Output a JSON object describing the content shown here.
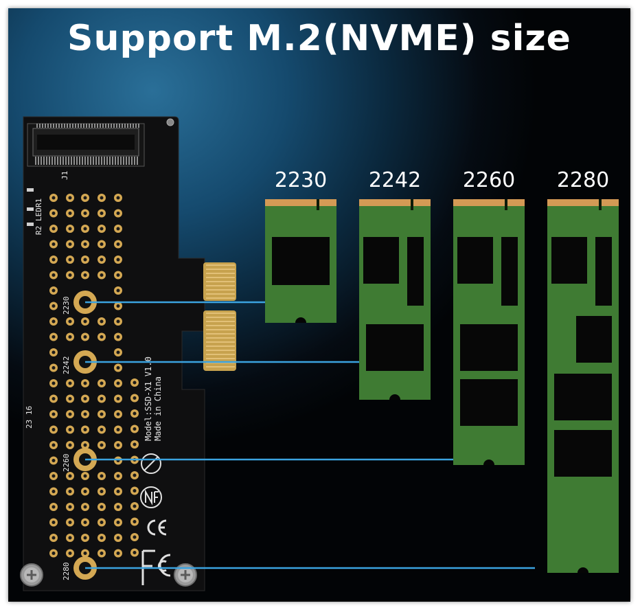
{
  "headline": "Support M.2(NVME) size",
  "pcb": {
    "connector_label": "J1",
    "led_labels": [
      "R1",
      "R2",
      "LED"
    ],
    "model_line": "Model:SSD-X1 V1.0",
    "made_in": "Made in China",
    "code": "23 16",
    "hole_labels": [
      "2230",
      "2242",
      "2260",
      "2280"
    ]
  },
  "ssd_sizes": [
    {
      "label": "2230"
    },
    {
      "label": "2242"
    },
    {
      "label": "2260"
    },
    {
      "label": "2280"
    }
  ],
  "colors": {
    "pcb": "#0f0f10",
    "gold": "#d4a853",
    "ssd_green": "#3f7b33",
    "ssd_chip": "#070707",
    "connector_copper": "#d49a55",
    "guide_line": "#3ba3e0"
  }
}
